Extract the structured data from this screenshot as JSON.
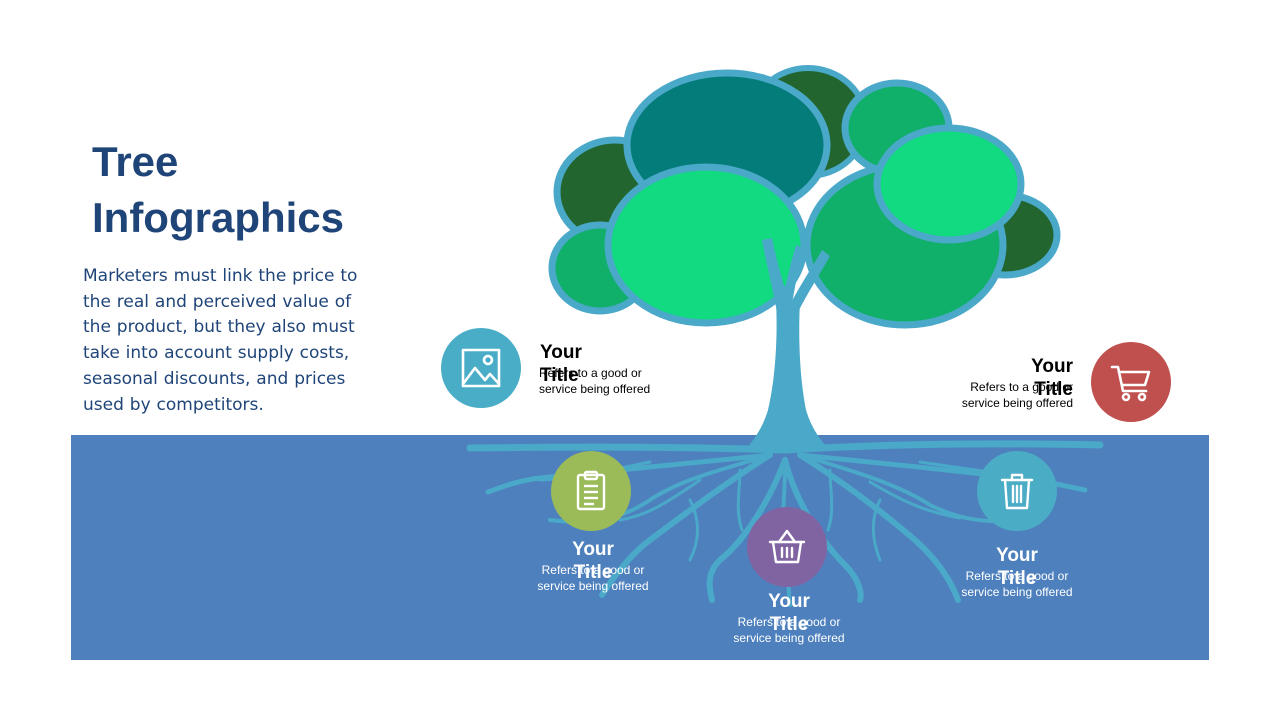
{
  "heading": {
    "line1": "Tree",
    "line2": "Infographics"
  },
  "description": {
    "lines": [
      "Marketers must link the price to",
      "the real and perceived value of",
      "the product, but they also must",
      "take into account supply costs,",
      "seasonal discounts, and prices",
      "used by competitors."
    ]
  },
  "colors": {
    "heading": "#1f4478",
    "ground": "#4e80bd",
    "trunk": "#4aa8c8",
    "leaf_light": "#12da80",
    "leaf_mid": "#10b06a",
    "leaf_teal": "#047c7a",
    "leaf_dark": "#22652f"
  },
  "items": [
    {
      "title_line1": "Your",
      "title_line2": "Title",
      "desc_line1": "Refers to a good or",
      "desc_line2": "service being offered",
      "icon": "image-icon",
      "color": "#4aadc8"
    },
    {
      "title_line1": "Your",
      "title_line2": "Title",
      "desc_line1": "Refers to a good or",
      "desc_line2": "service being offered",
      "icon": "cart-icon",
      "color": "#c0504d"
    },
    {
      "title_line1": "Your",
      "title_line2": "Title",
      "desc_line1": "Refers to a good or",
      "desc_line2": "service being offered",
      "icon": "clipboard-icon",
      "color": "#9bbb59"
    },
    {
      "title_line1": "Your",
      "title_line2": "Title",
      "desc_line1": "Refers to a good or",
      "desc_line2": "service being offered",
      "icon": "basket-icon",
      "color": "#8064a2"
    },
    {
      "title_line1": "Your",
      "title_line2": "Title",
      "desc_line1": "Refers to a good or",
      "desc_line2": "service being offered",
      "icon": "trash-icon",
      "color": "#4bacc6"
    }
  ]
}
